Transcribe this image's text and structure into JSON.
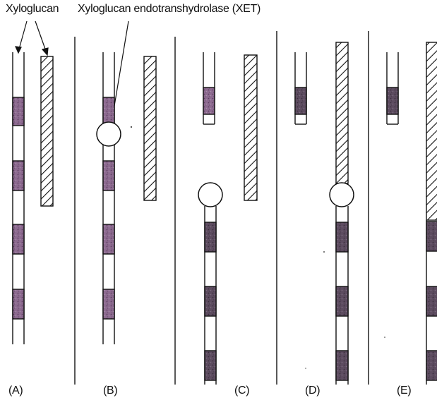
{
  "labels": {
    "xyloglucan": "Xyloglucan",
    "xet": "Xyloglucan endotranshydrolase (XET)"
  },
  "panels": [
    {
      "id": "a",
      "label": "(A)"
    },
    {
      "id": "b",
      "label": "(B)"
    },
    {
      "id": "c",
      "label": "(C)"
    },
    {
      "id": "d",
      "label": "(D)"
    },
    {
      "id": "e",
      "label": "(E)"
    }
  ],
  "colors": {
    "stroke": "#111111",
    "block_fill": "#8a6c8c",
    "block_fill_dark": "#5a4a5e",
    "hatch": "#111111",
    "background": "#ffffff"
  }
}
